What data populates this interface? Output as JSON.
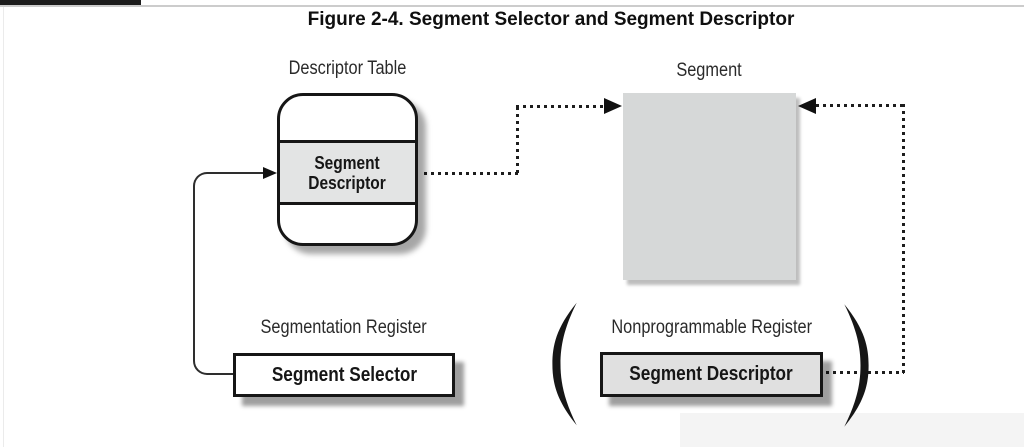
{
  "figure": {
    "title": "Figure 2-4. Segment Selector and Segment Descriptor"
  },
  "diagram": {
    "descriptor_table": {
      "label": "Descriptor Table",
      "row_line1": "Segment",
      "row_line2": "Descriptor"
    },
    "segment": {
      "label": "Segment"
    },
    "segmentation_register": {
      "label": "Segmentation Register",
      "box_text": "Segment Selector"
    },
    "nonprogrammable_register": {
      "label": "Nonprogrammable Register",
      "box_text": "Segment Descriptor"
    },
    "icons": {
      "left_paren": "(",
      "right_paren": ")",
      "arrows": "solid and dotted connector arrows"
    },
    "colors": {
      "segment_fill": "#d6d8d8",
      "table_row_fill": "#e3e4e4",
      "register_fill": "#e0e0e0",
      "line_black": "#161616",
      "top_rule_gray": "#cccccc"
    }
  }
}
